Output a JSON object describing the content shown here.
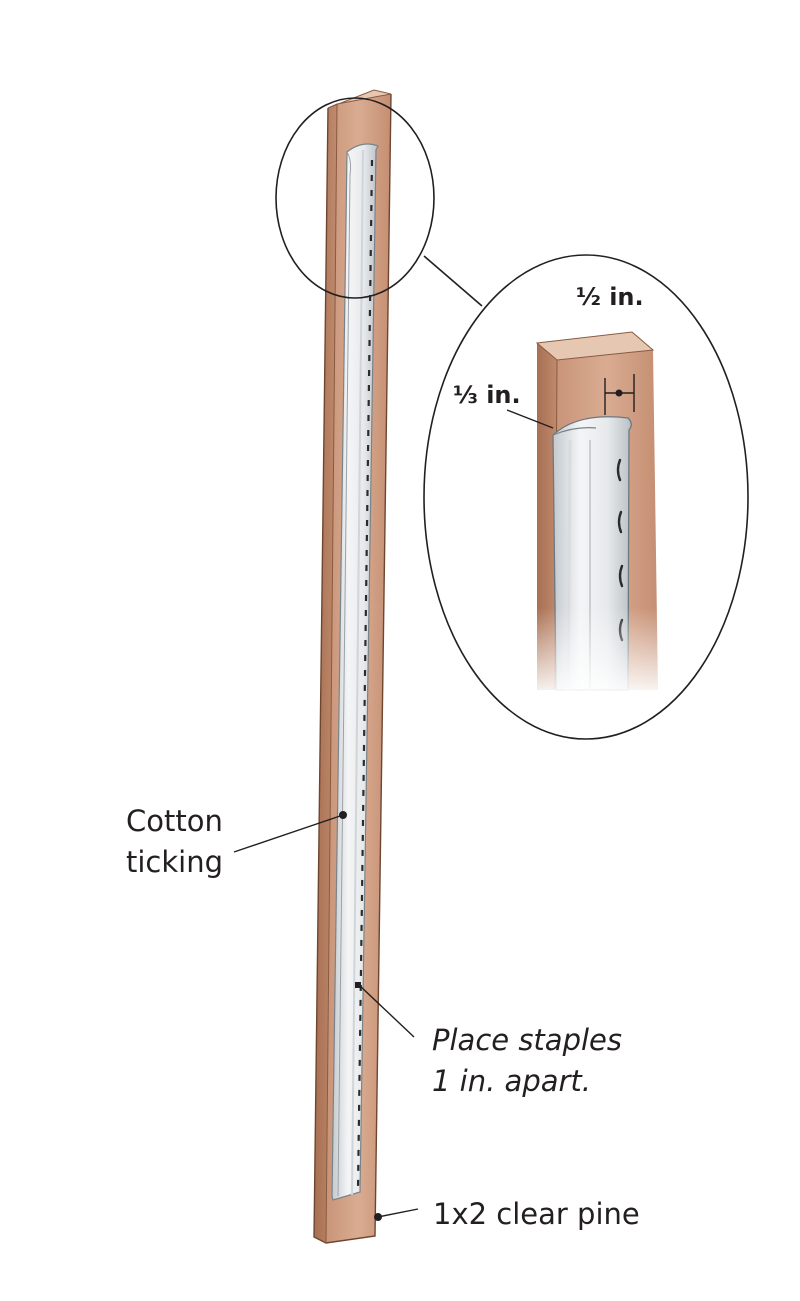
{
  "labels": {
    "cotton_ticking_line1": "Cotton",
    "cotton_ticking_line2": "ticking",
    "staples_line1": "Place staples",
    "staples_line2": "1 in. apart.",
    "pine": "1x2 clear pine",
    "half_inch": "½ in.",
    "third_inch": "⅓ in."
  },
  "colors": {
    "wood_front": "#cf9e82",
    "wood_side": "#b57f62",
    "wood_top": "#e6c8b2",
    "fabric": "#eef0f1",
    "fabric_shade": "#c6ccd0",
    "ink": "#231f20"
  }
}
